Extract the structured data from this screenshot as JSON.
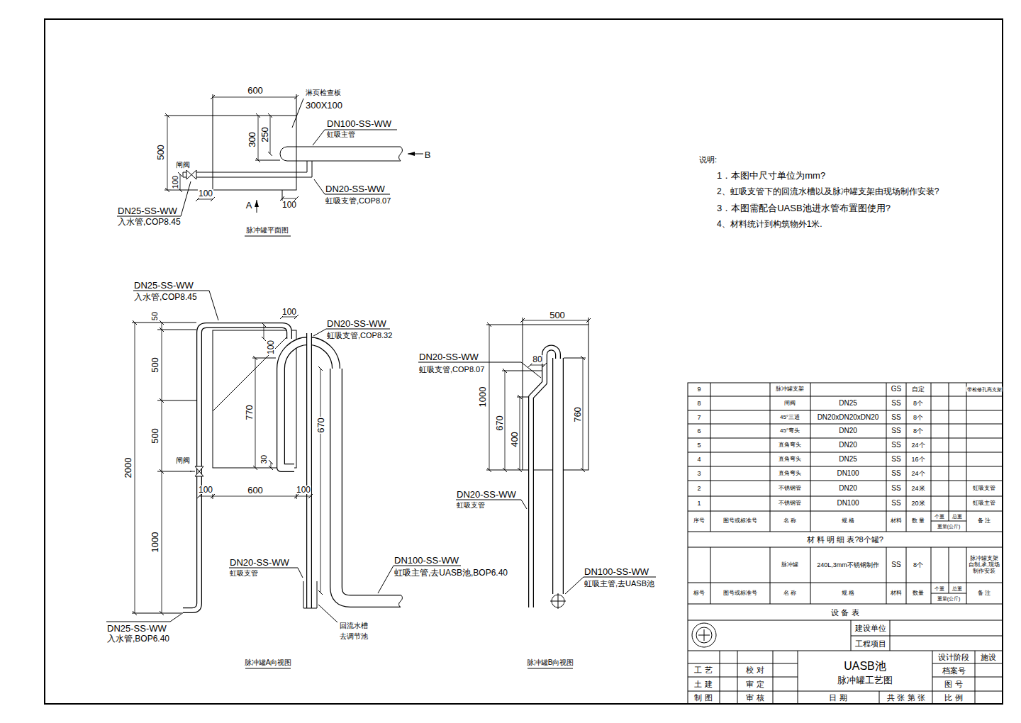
{
  "diagram": {
    "labels": [
      "600",
      "淋页检查板",
      "300X100",
      "DN100-SS-WW",
      "虹吸主管",
      "B",
      "500",
      "300",
      "250",
      "闸阀",
      "100",
      "100",
      "DN20-SS-WW",
      "虹吸支管,COP8.07",
      "DN25-SS-WW",
      "入水管,COP8.45",
      "A",
      "100",
      "脉冲罐平面图",
      "DN25-SS-WW",
      "入水管,COP8.45",
      "100",
      "DN20-SS-WW",
      "虹吸支管,COP8.32",
      "50",
      "500",
      "770",
      "670",
      "100",
      "2000",
      "500",
      "闸阀",
      "30",
      "100",
      "600",
      "100",
      "1000",
      "DN20-SS-WW",
      "虹吸支管",
      "DN100-SS-WW",
      "虹吸主管,去UASB池,BOP6.40",
      "DN25-SS-WW",
      "入水管,BOP6.40",
      "回流水槽",
      "去调节池",
      "脉冲罐A向视图",
      "500",
      "DN20-SS-WW",
      "虹吸支管,COP8.07",
      "80",
      "1000",
      "670",
      "760",
      "400",
      "DN20-SS-WW",
      "虹吸支管",
      "DN100-SS-WW",
      "虹吸主管,去UASB池",
      "脉冲罐B向视图",
      "说明:",
      "1．本图中尺寸单位为mm?",
      "2、虹吸支管下的回流水槽以及脉冲罐支架由现场制作安装?",
      "3．本图需配合UASB池进水管布置图使用?",
      "4、材料统计到构筑物外1米.",
      "9",
      "脉冲罐支架",
      "GS",
      "自定",
      "带检修孔高支架",
      "8",
      "闸阀",
      "DN25",
      "SS",
      "8个",
      "7",
      "45°三通",
      "DN20xDN20xDN20",
      "SS",
      "8个",
      "6",
      "45°弯头",
      "DN20",
      "SS",
      "8个",
      "5",
      "直角弯头",
      "DN20",
      "SS",
      "24个",
      "4",
      "直角弯头",
      "DN25",
      "SS",
      "16个",
      "3",
      "直角弯头",
      "DN100",
      "SS",
      "24个",
      "2",
      "不锈钢管",
      "DN20",
      "SS",
      "24米",
      "虹吸支管",
      "1",
      "不锈钢管",
      "DN100",
      "SS",
      "20米",
      "虹吸主管",
      "序号",
      "图号或标准号",
      "名 称",
      "规 格",
      "材料",
      "数 量",
      "个重",
      "总重",
      "重量(公斤)",
      "备 注",
      "材 料 明 细 表?8个罐?",
      "脉冲罐",
      "240L,3mm不锈钢制作",
      "SS",
      "8个",
      "脉冲罐支架自制,承,现场制作安装",
      "标号",
      "图号或标准号",
      "名 称",
      "规 格",
      "材料",
      "数量",
      "个重",
      "总重",
      "重量(公斤)",
      "备 注",
      "设 备 表",
      "建设单位",
      "工程项目",
      "UASB池",
      "脉冲罐工艺图",
      "设计阶段",
      "施设",
      "档案号",
      "图 号",
      "比 例",
      "工 艺",
      "校 对",
      "土 建",
      "审 定",
      "制 图",
      "审 核",
      "日 期",
      "共 张 第 张"
    ]
  }
}
